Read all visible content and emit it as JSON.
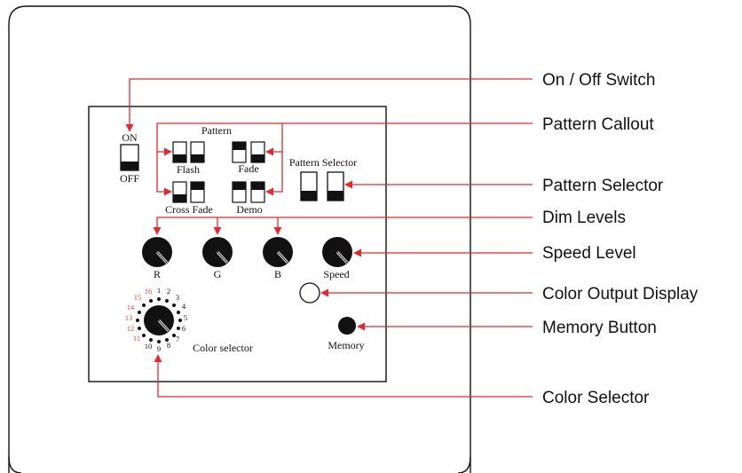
{
  "panel_labels": {
    "on": "ON",
    "off": "OFF",
    "pattern": "Pattern",
    "flash": "Flash",
    "fade": "Fade",
    "cross_fade": "Cross Fade",
    "demo": "Demo",
    "pattern_selector": "Pattern Selector",
    "r": "R",
    "g": "G",
    "b": "B",
    "speed": "Speed",
    "memory": "Memory",
    "color_selector": "Color selector"
  },
  "dial_numbers": {
    "n1": "1",
    "n2": "2",
    "n3": "3",
    "n4": "4",
    "n5": "5",
    "n6": "6",
    "n7": "7",
    "n8": "8",
    "n9": "9",
    "n10": "10",
    "n11": "11",
    "n12": "12",
    "n13": "13",
    "n14": "14",
    "n15": "15",
    "n16": "16"
  },
  "callouts": {
    "on_off": "On / Off Switch",
    "pattern_callout": "Pattern Callout",
    "pattern_selector": "Pattern Selector",
    "dim_levels": "Dim Levels",
    "speed_level": "Speed Level",
    "color_output": "Color Output Display",
    "memory_button": "Memory Button",
    "color_selector": "Color Selector"
  },
  "colors": {
    "arrow": "#e8262f",
    "dial_red_numbers": "#d9453a",
    "ink": "#111111"
  }
}
